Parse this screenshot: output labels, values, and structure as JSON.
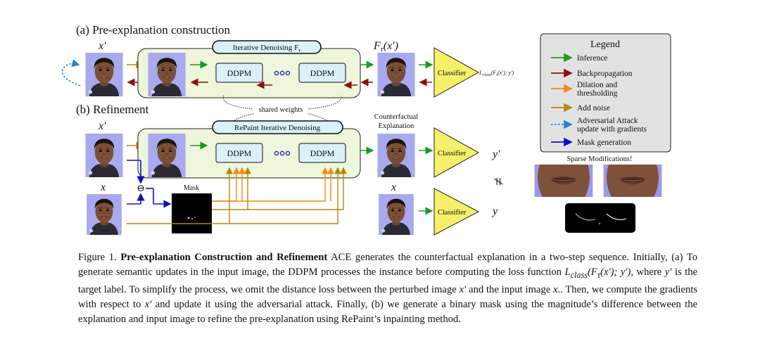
{
  "section_a_title": "(a) Pre-explanation construction",
  "section_b_title": "(b) Refinement",
  "labels": {
    "x_prime_top": "x′",
    "x_prime_bottom": "x′",
    "x_input": "x",
    "x_output": "x",
    "f_tau_output": "F",
    "f_tau_sub": "τ",
    "f_tau_arg": "(x′)",
    "iterative_denoising": "Iterative Denoising F",
    "iterative_denoising_sub": "τ",
    "repaint_denoising": "RePaint Iterative Denoising",
    "ddpm": "DDPM",
    "shared_weights": "shared weights",
    "classifier": "Classifier",
    "loss_label": "L",
    "loss_sub": "class",
    "loss_arg": "(F",
    "loss_arg_sub": "τ",
    "loss_arg_rest": "(x′); y′)",
    "counterfactual_line1": "Counterfactual",
    "counterfactual_line2": "Explanation",
    "mask": "Mask",
    "y_prime": "y′",
    "y": "y",
    "not_equal": "≠",
    "minus": "⊖",
    "sparse": "Sparse Modifications!"
  },
  "legend": {
    "title": "Legend",
    "items": [
      {
        "label": "Inference",
        "color": "#1f9a1f"
      },
      {
        "label": "Backpropagation",
        "color": "#8b1010"
      },
      {
        "label": "Dilation and",
        "label2": "thresholding",
        "color": "#f28a18"
      },
      {
        "label": "Add noise",
        "color": "#b8860b"
      },
      {
        "label": "Adversarial Attack",
        "label2": "update with gradients",
        "color": "#2a7fd8"
      },
      {
        "label": "Mask generation",
        "color": "#1010c0"
      }
    ]
  },
  "caption": {
    "fig": "Figure 1.",
    "bold_title": "Pre-explanation Construction and Refinement",
    "s1": "ACE generates the counterfactual explanation in a two-step sequence. Initially, (a) To generate semantic updates in the input image, the DDPM processes the instance before computing the loss function",
    "formula": "L",
    "formula_sub": "class",
    "formula_arg": "(F",
    "formula_arg_sub": "τ",
    "formula_arg_rest": "(x′); y′)",
    "s2": ", where",
    "y_prime": "y′",
    "s3": "is the target label. To simplify the process, we omit the distance loss between the perturbed image",
    "x_prime": "x′",
    "s4": "and the input image",
    "x": "x",
    "s5": ".. Then, we compute the gradients with respect to",
    "x_prime2": "x′",
    "s6": "and update it using the adversarial attack. Finally, (b) we generate a binary mask using the magnitude’s difference between the explanation and input image to refine the pre-explanation using RePaint’s inpainting method."
  },
  "colors": {
    "inference": "#1f9a1f",
    "backprop": "#8b1010",
    "dilation": "#f28a18",
    "noise": "#b8860b",
    "adversarial": "#2a7fd8",
    "mask_gen": "#1010c0",
    "panel_fill": "#eef6dc",
    "ddpm_fill": "#d9f1f7",
    "classifier_fill": "#f4f06a",
    "legend_fill": "#e2e2e2",
    "face_bg": "#a9a9ef"
  }
}
